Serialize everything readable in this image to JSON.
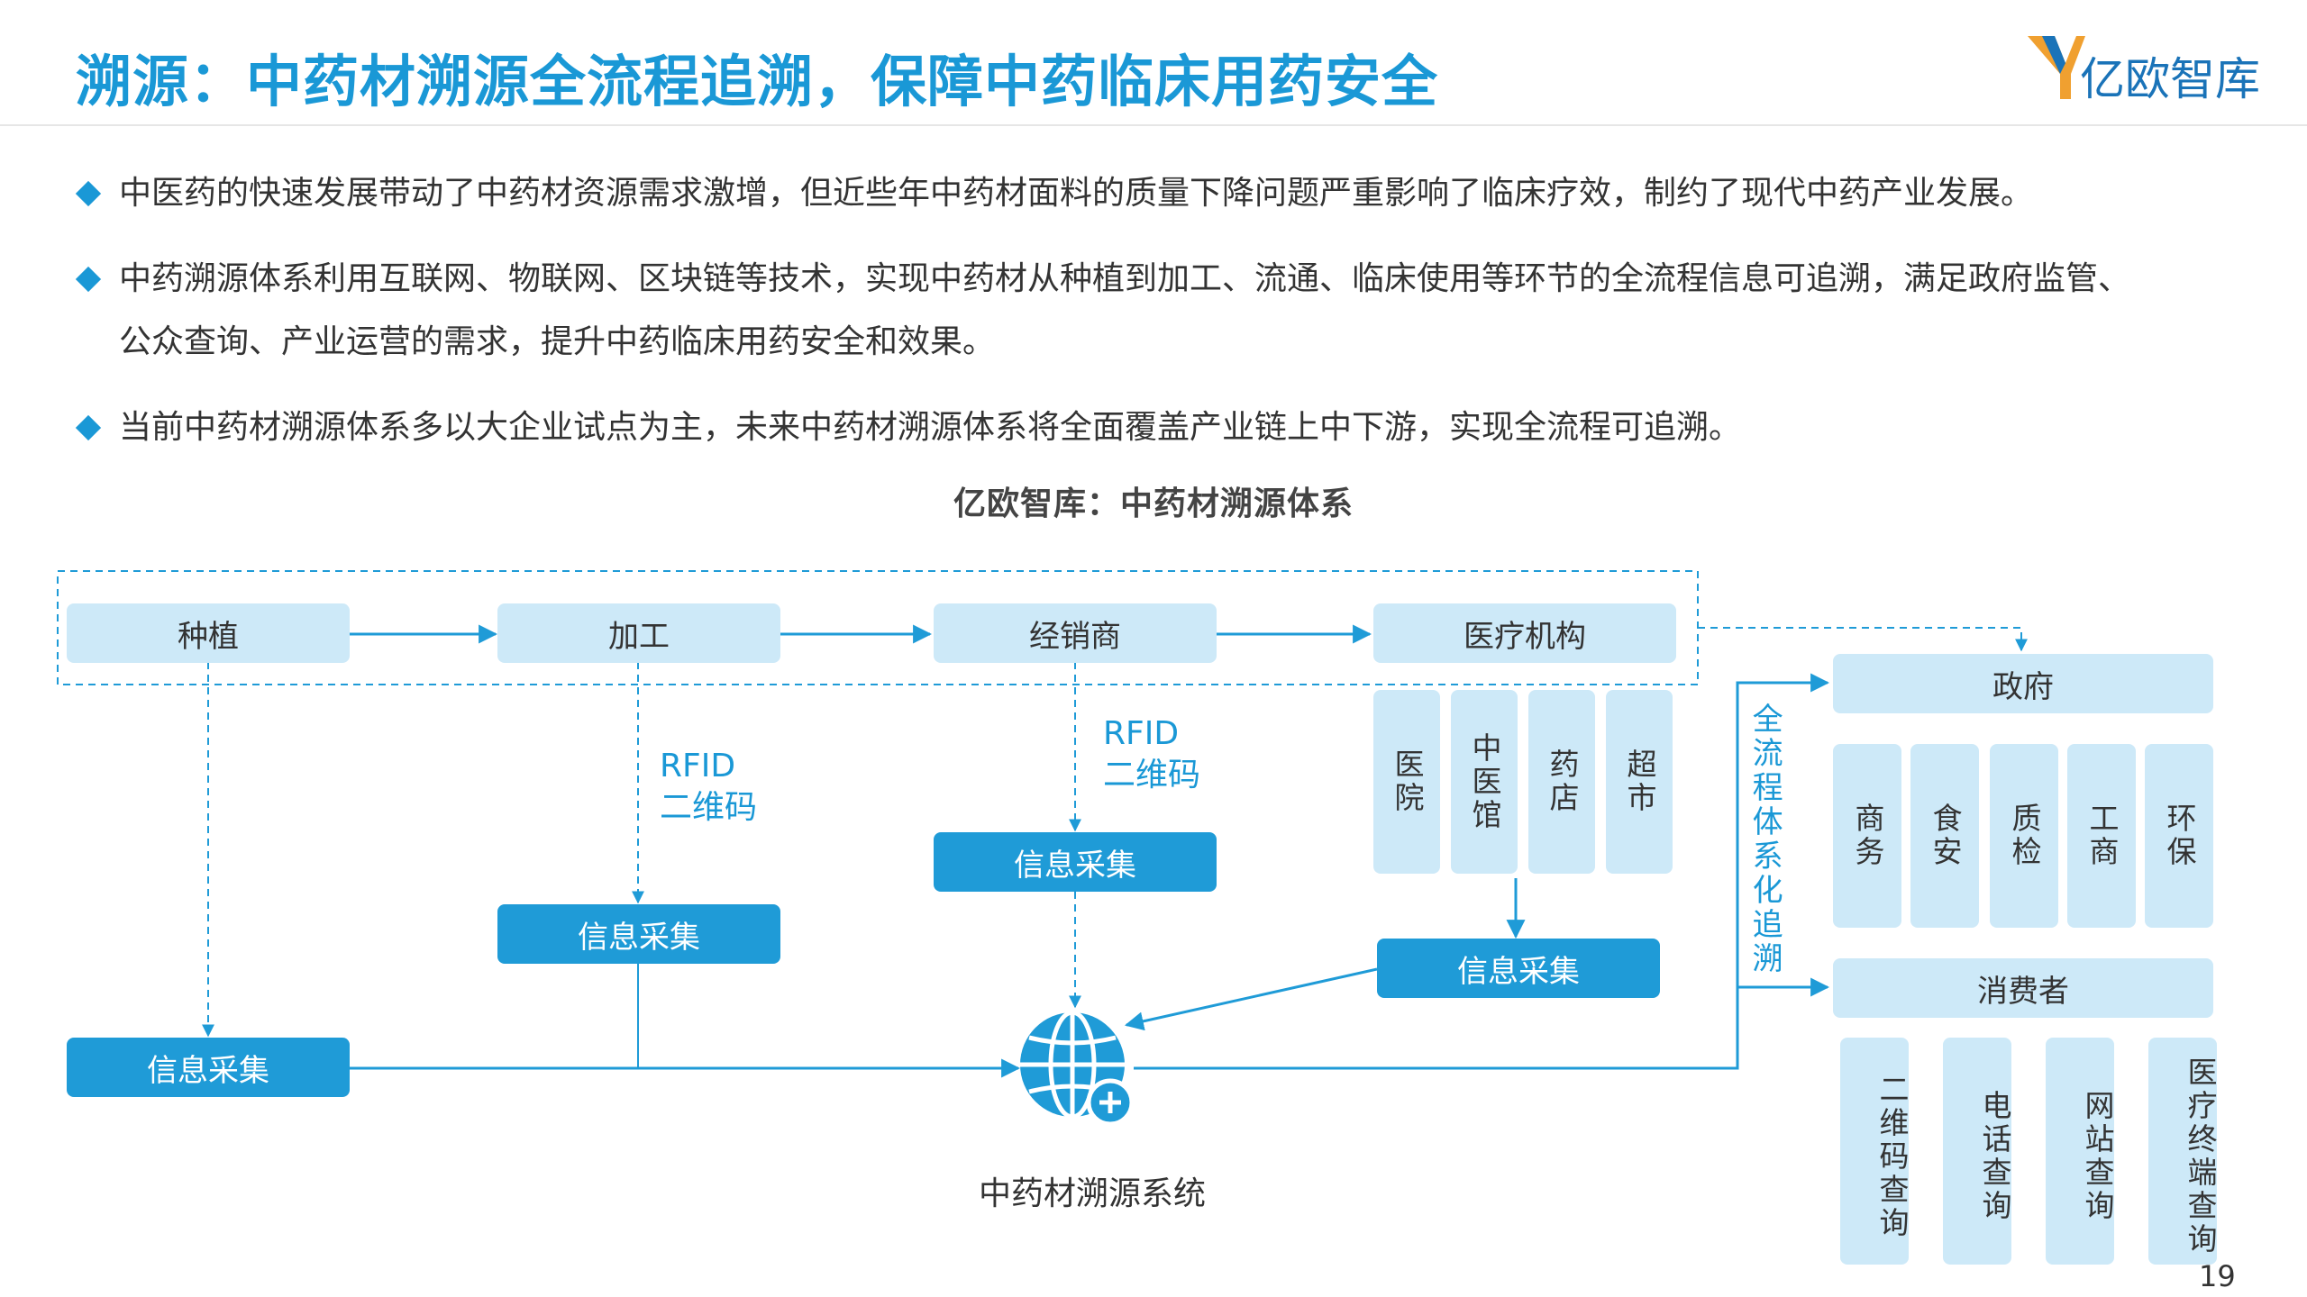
{
  "header": {
    "title": "溯源：中药材溯源全流程追溯，保障中药临床用药安全",
    "logo_text": "亿欧智库"
  },
  "bullets": [
    {
      "line1": "中医药的快速发展带动了中药材资源需求激增，但近些年中药材面料的质量下降问题严重影响了临床疗效，制约了现代中药产业发展。",
      "line2": ""
    },
    {
      "line1": "中药溯源体系利用互联网、物联网、区块链等技术，实现中药材从种植到加工、流通、临床使用等环节的全流程信息可追溯，满足政府监管、",
      "line2": "公众查询、产业运营的需求，提升中药临床用药安全和效果。"
    },
    {
      "line1": "当前中药材溯源体系多以大企业试点为主，未来中药材溯源体系将全面覆盖产业链上中下游，实现全流程可追溯。",
      "line2": ""
    }
  ],
  "diagram": {
    "title": "亿欧智库：中药材溯源体系",
    "chain": [
      "种植",
      "加工",
      "经销商",
      "医疗机构"
    ],
    "medical_sub": [
      "医院",
      "中医馆",
      "药店",
      "超市"
    ],
    "collect_label": "信息采集",
    "rfid_label": [
      "RFID",
      "二维码"
    ],
    "system_label": "中药材溯源系统",
    "trace_label": "全流程体系化追溯",
    "gov": {
      "title": "政府",
      "items": [
        "商务",
        "食安",
        "质检",
        "工商",
        "环保"
      ]
    },
    "consumer": {
      "title": "消费者",
      "items": [
        "二维码查询",
        "电话查询",
        "网站查询",
        "医疗终端查询"
      ]
    }
  },
  "page_number": "19",
  "colors": {
    "accent": "#1a98d6",
    "dark_box": "#1f9bd7",
    "light_box": "#cde9f8"
  }
}
